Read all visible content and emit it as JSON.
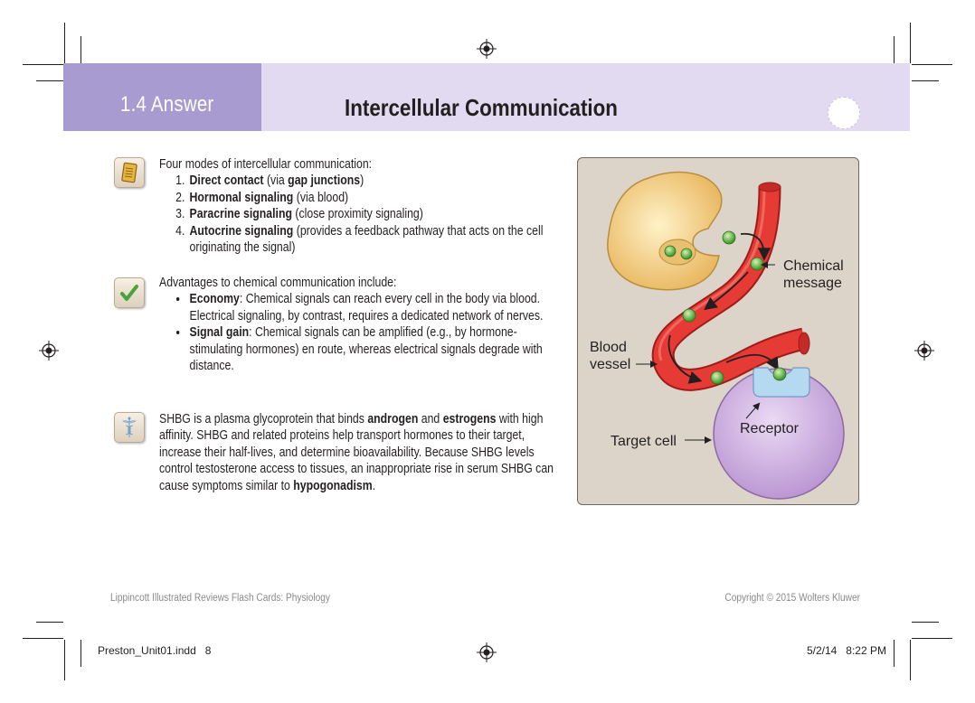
{
  "header": {
    "card_label": "1.4 Answer",
    "title": "Intercellular Communication"
  },
  "sections": {
    "modes": {
      "icon": "clipboard-icon",
      "intro": "Four modes of intercellular communication:",
      "items": [
        {
          "term": "Direct contact",
          "pre": " (via ",
          "term2": "gap junctions",
          "post": ")"
        },
        {
          "term": "Hormonal signaling",
          "rest": " (via blood)"
        },
        {
          "term": "Paracrine signaling",
          "rest": " (close proximity signaling)"
        },
        {
          "term": "Autocrine signaling",
          "rest": " (provides a feedback pathway that acts on the cell originating the signal)"
        }
      ]
    },
    "advantages": {
      "icon": "checkmark-icon",
      "intro": "Advantages to chemical communication include:",
      "items": [
        {
          "term": "Economy",
          "rest": ": Chemical signals can reach every cell in the body via blood. Electrical signaling, by contrast, requires a dedicated network of nerves."
        },
        {
          "term": "Signal gain",
          "rest": ": Chemical signals can be amplified (e.g., by hormone-stimulating hormones) en route, whereas electrical signals degrade with distance."
        }
      ]
    },
    "clinical": {
      "icon": "caduceus-icon",
      "t1": "SHBG is a plasma glycoprotein that binds ",
      "b1": "androgen",
      "t2": " and ",
      "b2": "estrogens",
      "t3": " with high affinity. SHBG and related proteins help transport hormones to their target, increase their half-lives, and determine bioavailability. Because SHBG levels control testosterone access to tissues, an inappropriate rise in serum SHBG can cause symptoms similar to ",
      "b3": "hypogonadism",
      "t4": "."
    }
  },
  "figure": {
    "chemical_message_1": "Chemical",
    "chemical_message_2": "message",
    "blood_vessel_1": "Blood",
    "blood_vessel_2": "vessel",
    "receptor": "Receptor",
    "target_cell": "Target cell",
    "colors": {
      "vessel": "#e63a35",
      "secreting_cell": "#f6d58c",
      "target_cell": "#cdb5e0",
      "receptor": "#a9d3ee",
      "molecule": "#5cb83a"
    }
  },
  "footer": {
    "left": "Lippincott Illustrated Reviews Flash Cards: Physiology",
    "right": "Copyright © 2015 Wolters Kluwer"
  },
  "slug": {
    "file": "Preston_Unit01.indd   8",
    "date": "5/2/14   8:22 PM"
  }
}
